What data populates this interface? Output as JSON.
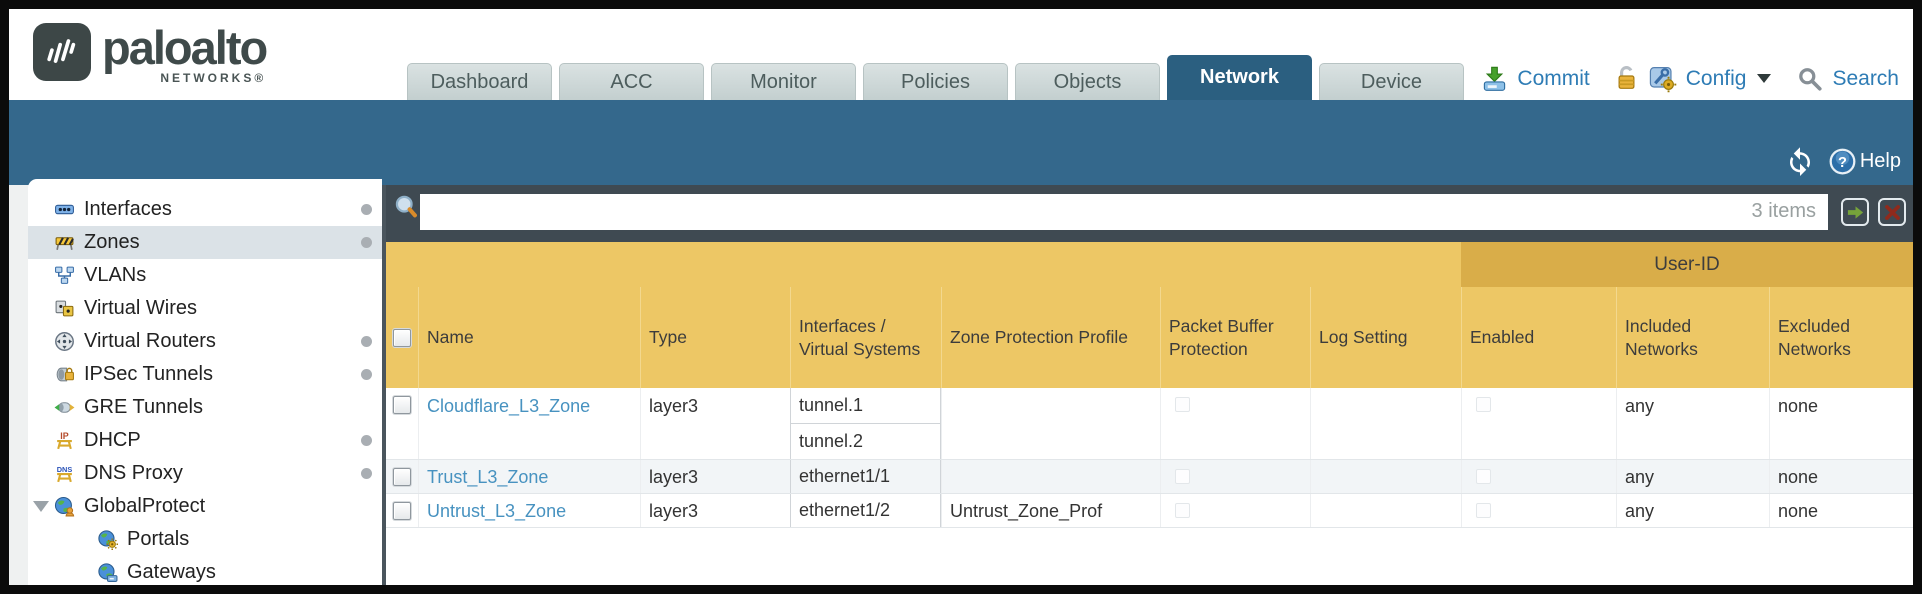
{
  "brand": {
    "name": "paloalto",
    "sub": "NETWORKS®"
  },
  "nav": {
    "tabs": [
      {
        "label": "Dashboard",
        "active": false
      },
      {
        "label": "ACC",
        "active": false
      },
      {
        "label": "Monitor",
        "active": false
      },
      {
        "label": "Policies",
        "active": false
      },
      {
        "label": "Objects",
        "active": false
      },
      {
        "label": "Network",
        "active": true
      },
      {
        "label": "Device",
        "active": false
      }
    ],
    "actions": {
      "commit": "Commit",
      "config": "Config",
      "search": "Search"
    }
  },
  "toolbar": {
    "help_label": "Help"
  },
  "sidebar": {
    "items": [
      {
        "label": "Interfaces",
        "icon": "interfaces-icon",
        "dot": true,
        "selected": false,
        "indent": false,
        "expand": false
      },
      {
        "label": "Zones",
        "icon": "zones-icon",
        "dot": true,
        "selected": true,
        "indent": false,
        "expand": false
      },
      {
        "label": "VLANs",
        "icon": "vlans-icon",
        "dot": false,
        "selected": false,
        "indent": false,
        "expand": false
      },
      {
        "label": "Virtual Wires",
        "icon": "virtual-wires-icon",
        "dot": false,
        "selected": false,
        "indent": false,
        "expand": false
      },
      {
        "label": "Virtual Routers",
        "icon": "virtual-routers-icon",
        "dot": true,
        "selected": false,
        "indent": false,
        "expand": false
      },
      {
        "label": "IPSec Tunnels",
        "icon": "ipsec-tunnels-icon",
        "dot": true,
        "selected": false,
        "indent": false,
        "expand": false
      },
      {
        "label": "GRE Tunnels",
        "icon": "gre-tunnels-icon",
        "dot": false,
        "selected": false,
        "indent": false,
        "expand": false
      },
      {
        "label": "DHCP",
        "icon": "dhcp-icon",
        "dot": true,
        "selected": false,
        "indent": false,
        "expand": false
      },
      {
        "label": "DNS Proxy",
        "icon": "dns-proxy-icon",
        "dot": true,
        "selected": false,
        "indent": false,
        "expand": false
      },
      {
        "label": "GlobalProtect",
        "icon": "globalprotect-icon",
        "dot": false,
        "selected": false,
        "indent": false,
        "expand": true
      },
      {
        "label": "Portals",
        "icon": "portals-icon",
        "dot": false,
        "selected": false,
        "indent": true,
        "expand": false
      },
      {
        "label": "Gateways",
        "icon": "gateways-icon",
        "dot": false,
        "selected": false,
        "indent": true,
        "expand": false
      }
    ]
  },
  "filter": {
    "value": "",
    "count": "3 items"
  },
  "table": {
    "group_header": "User-ID",
    "columns": [
      "Name",
      "Type",
      "Interfaces / Virtual Systems",
      "Zone Protection Profile",
      "Packet Buffer Protection",
      "Log Setting",
      "Enabled",
      "Included Networks",
      "Excluded Networks"
    ],
    "rows": [
      {
        "name": "Cloudflare_L3_Zone",
        "type": "layer3",
        "interfaces": [
          "tunnel.1",
          "tunnel.2"
        ],
        "zone_protection_profile": "",
        "log_setting": "",
        "included_networks": "any",
        "excluded_networks": "none"
      },
      {
        "name": "Trust_L3_Zone",
        "type": "layer3",
        "interfaces": [
          "ethernet1/1"
        ],
        "zone_protection_profile": "",
        "log_setting": "",
        "included_networks": "any",
        "excluded_networks": "none"
      },
      {
        "name": "Untrust_L3_Zone",
        "type": "layer3",
        "interfaces": [
          "ethernet1/2"
        ],
        "zone_protection_profile": "Untrust_Zone_Prof",
        "log_setting": "",
        "included_networks": "any",
        "excluded_networks": "none"
      }
    ]
  },
  "colors": {
    "teal_band": "#34688c",
    "active_tab": "#2b5f80",
    "header_gold": "#edc765",
    "user_id_gold": "#d9ad49",
    "slate_bar": "#3f4a52",
    "link_blue": "#4792c0"
  }
}
